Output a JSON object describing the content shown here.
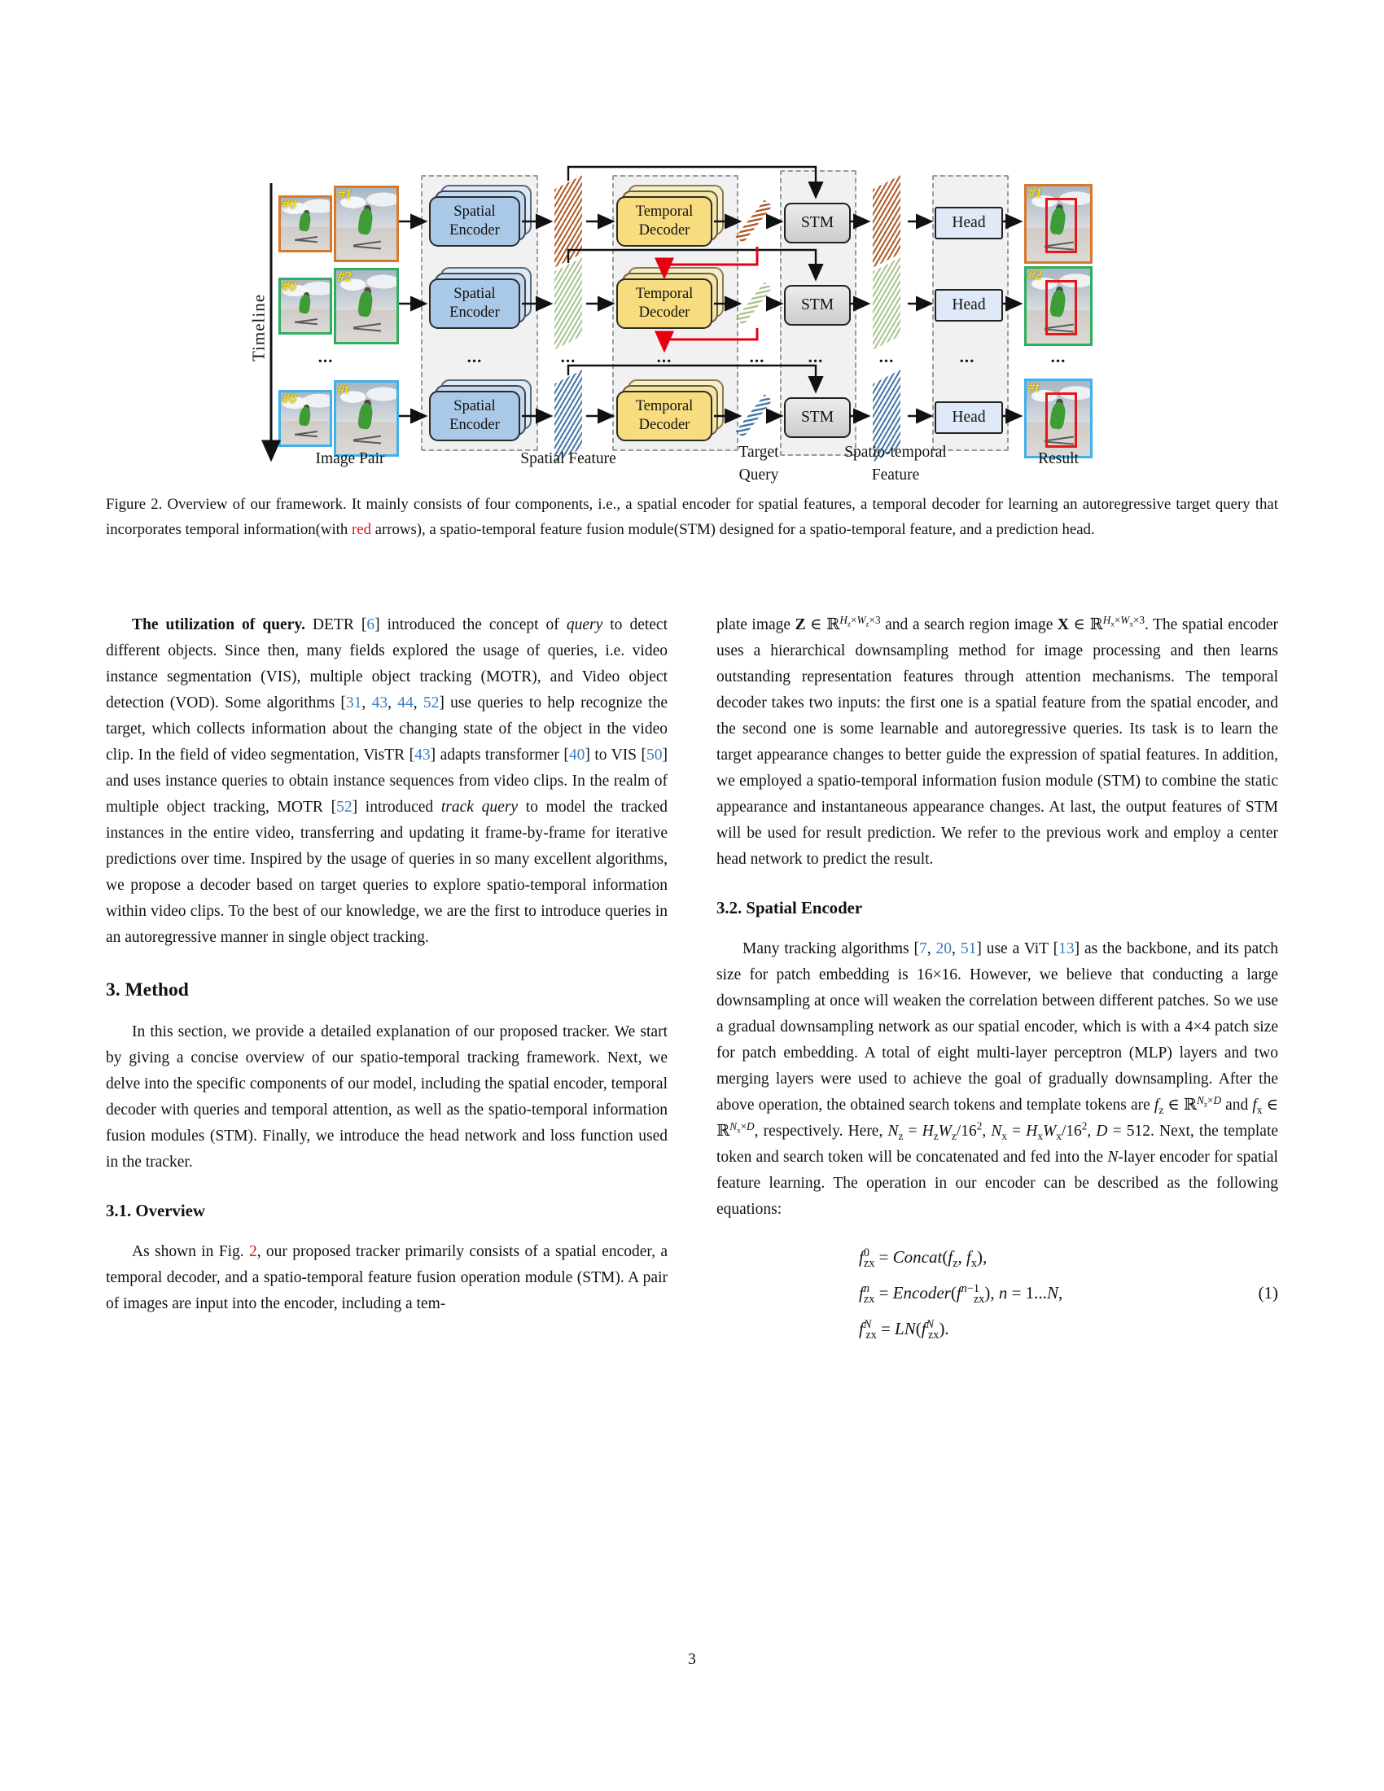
{
  "page_number": "3",
  "figure": {
    "timeline": "Timeline",
    "dots": "...",
    "labels": {
      "image_pair": "Image Pair",
      "spatial_feature": "Spatial Feature",
      "target_query": [
        "Target",
        "Query"
      ],
      "st_feature": [
        "Spatio-temporal",
        "Feature"
      ],
      "result": "Result"
    },
    "blocks": {
      "encoder": [
        "Spatial",
        "Encoder"
      ],
      "decoder": [
        "Temporal",
        "Decoder"
      ],
      "stm": "STM",
      "head": "Head"
    },
    "rows": [
      {
        "small_tag": "#0",
        "large_tag": "#1",
        "result_tag": "#1",
        "color": "#d9772a"
      },
      {
        "small_tag": "#0",
        "large_tag": "#2",
        "result_tag": "#2",
        "color": "#2fae5f"
      },
      {
        "small_tag": "#0",
        "large_tag": "#t",
        "result_tag": "#t",
        "color": "#41b1e8"
      }
    ],
    "colors": {
      "feature_row1": "#b05a28",
      "feature_row2": "#a9c48e",
      "feature_row3": "#4576a8",
      "red_arrow": "#e60012",
      "result_bbox": "#e81717",
      "encoder_fill": "#aac9e8",
      "decoder_fill": "#f8dc80"
    }
  },
  "caption": {
    "segments": [
      {
        "t": "Figure 2.  Overview of our framework.  It mainly consists of four components, i.e., a spatial encoder for spatial features, a temporal decoder for learning an autoregressive target query that incorporates temporal information(with "
      },
      {
        "t": "red",
        "s": "r"
      },
      {
        "t": " arrows), a spatio-temporal feature fusion module(STM) designed for a spatio-temporal feature, and a prediction head."
      }
    ]
  },
  "left_column": {
    "para1": {
      "segments": [
        {
          "t": "The utilization of query.",
          "s": "b"
        },
        {
          "t": " DETR ["
        },
        {
          "t": "6",
          "s": "c"
        },
        {
          "t": "] introduced the concept of "
        },
        {
          "t": "query",
          "s": "i"
        },
        {
          "t": " to detect different objects.  Since then, many fields explored the usage of queries, i.e.  video instance segmentation (VIS), multiple object tracking (MOTR), and Video object detection (VOD). Some algorithms ["
        },
        {
          "t": "31",
          "s": "c"
        },
        {
          "t": ", "
        },
        {
          "t": "43",
          "s": "c"
        },
        {
          "t": ", "
        },
        {
          "t": "44",
          "s": "c"
        },
        {
          "t": ", "
        },
        {
          "t": "52",
          "s": "c"
        },
        {
          "t": "] use queries to help recognize the target, which collects information about the changing state of the object in the video clip.  In the field of video segmentation, VisTR ["
        },
        {
          "t": "43",
          "s": "c"
        },
        {
          "t": "] adapts transformer ["
        },
        {
          "t": "40",
          "s": "c"
        },
        {
          "t": "] to VIS ["
        },
        {
          "t": "50",
          "s": "c"
        },
        {
          "t": "] and uses instance queries to obtain instance sequences from video clips.  In the realm of multiple object tracking, MOTR ["
        },
        {
          "t": "52",
          "s": "c"
        },
        {
          "t": "] introduced "
        },
        {
          "t": "track query",
          "s": "i"
        },
        {
          "t": " to model the tracked instances in the entire video, transferring and updating it frame-by-frame for iterative predictions over time.  Inspired by the usage of queries in so many excellent algorithms, we propose a decoder based on target queries to explore spatio-temporal information within video clips.  To the best of our knowledge, we are the first to introduce queries in an autoregressive manner in single object tracking."
        }
      ]
    },
    "h_method": "3. Method",
    "para2": {
      "segments": [
        {
          "t": "In this section, we provide a detailed explanation of our proposed tracker.  We start by giving a concise overview of our spatio-temporal tracking framework. Next, we delve into the specific components of our model, including the spatial encoder, temporal decoder with queries and temporal attention, as well as the spatio-temporal information fusion modules (STM). Finally, we introduce the head network and loss function used in the tracker."
        }
      ]
    },
    "h_overview": "3.1. Overview",
    "para3": {
      "segments": [
        {
          "t": "As shown in Fig. "
        },
        {
          "t": "2",
          "s": "r"
        },
        {
          "t": ", our proposed tracker primarily consists of a spatial encoder, a temporal decoder, and a spatio-temporal feature fusion operation module (STM). A pair of images are input into the encoder, including a tem-"
        }
      ]
    }
  },
  "right_column": {
    "para1": {
      "segments": [
        {
          "t": "plate image "
        },
        {
          "t": "Z",
          "s": "b"
        },
        {
          "t": " ∈ ℝ"
        },
        {
          "e": "sup",
          "c": [
            {
              "t": "H",
              "s": "m"
            },
            {
              "e": "sub",
              "t": "z"
            },
            {
              "t": "×"
            },
            {
              "t": "W",
              "s": "m"
            },
            {
              "e": "sub",
              "t": "z"
            },
            {
              "t": "×3"
            }
          ]
        },
        {
          "t": " and a search region image "
        },
        {
          "t": "X",
          "s": "b"
        },
        {
          "t": " ∈ ℝ"
        },
        {
          "e": "sup",
          "c": [
            {
              "t": "H",
              "s": "m"
            },
            {
              "e": "sub",
              "t": "x"
            },
            {
              "t": "×"
            },
            {
              "t": "W",
              "s": "m"
            },
            {
              "e": "sub",
              "t": "x"
            },
            {
              "t": "×3"
            }
          ]
        },
        {
          "t": ".  The spatial encoder uses a hierarchical downsampling method for image processing and then learns outstanding representation features through attention mechanisms.  The temporal decoder takes two inputs:  the first one is a spatial feature from the spatial encoder, and the second one is some learnable and autoregressive queries. Its task is to learn the target appearance changes to better guide the expression of spatial features. In addition, we employed a spatio-temporal information fusion module (STM) to combine the static appearance and instantaneous appearance changes.  At last, the output features of STM will be used for result prediction.  We refer to the previous work and employ a center head network to predict the result."
        }
      ]
    },
    "h_spatial": "3.2. Spatial Encoder",
    "para2": {
      "segments": [
        {
          "t": "Many tracking algorithms ["
        },
        {
          "t": "7",
          "s": "c"
        },
        {
          "t": ", "
        },
        {
          "t": "20",
          "s": "c"
        },
        {
          "t": ", "
        },
        {
          "t": "51",
          "s": "c"
        },
        {
          "t": "] use a ViT ["
        },
        {
          "t": "13",
          "s": "c"
        },
        {
          "t": "] as the backbone, and its patch size for patch embedding is 16×16. However, we believe that conducting a large downsampling at once will weaken the correlation between different patches.  So we use a gradual downsampling network as our spatial encoder, which is with a 4×4 patch size for patch embedding.  A total of eight multi-layer perceptron (MLP) layers and two merging layers were used to achieve the goal of gradually downsampling.  After the above operation, the obtained search tokens and template tokens are "
        },
        {
          "t": "f",
          "s": "m"
        },
        {
          "e": "sub",
          "t": "z"
        },
        {
          "t": " ∈ ℝ"
        },
        {
          "e": "sup",
          "c": [
            {
              "t": "N",
              "s": "m"
            },
            {
              "e": "sub",
              "t": "z"
            },
            {
              "t": "×"
            },
            {
              "t": "D",
              "s": "m"
            }
          ]
        },
        {
          "t": " and "
        },
        {
          "t": "f",
          "s": "m"
        },
        {
          "e": "sub",
          "t": "x"
        },
        {
          "t": " ∈ ℝ"
        },
        {
          "e": "sup",
          "c": [
            {
              "t": "N",
              "s": "m"
            },
            {
              "e": "sub",
              "t": "x"
            },
            {
              "t": "×"
            },
            {
              "t": "D",
              "s": "m"
            }
          ]
        },
        {
          "t": ", respectively. Here, "
        },
        {
          "t": "N",
          "s": "m"
        },
        {
          "e": "sub",
          "t": "z"
        },
        {
          "t": " = "
        },
        {
          "t": "H",
          "s": "m"
        },
        {
          "e": "sub",
          "t": "z"
        },
        {
          "t": "W",
          "s": "m"
        },
        {
          "e": "sub",
          "t": "z"
        },
        {
          "t": "/16"
        },
        {
          "e": "sup",
          "t": "2"
        },
        {
          "t": ", "
        },
        {
          "t": "N",
          "s": "m"
        },
        {
          "e": "sub",
          "t": "x"
        },
        {
          "t": " = "
        },
        {
          "t": "H",
          "s": "m"
        },
        {
          "e": "sub",
          "t": "x"
        },
        {
          "t": "W",
          "s": "m"
        },
        {
          "e": "sub",
          "t": "x"
        },
        {
          "t": "/16"
        },
        {
          "e": "sup",
          "t": "2"
        },
        {
          "t": ", "
        },
        {
          "t": "D",
          "s": "m"
        },
        {
          "t": " = 512. Next, the template token and search token will be concatenated and fed into the "
        },
        {
          "t": "N",
          "s": "m"
        },
        {
          "t": "-layer encoder for spatial feature learning.  The operation in our encoder can be described as the following equations:"
        }
      ]
    },
    "equation": {
      "lines": [
        [
          {
            "t": "f",
            "s": "m"
          },
          {
            "e": "sup",
            "t": "0"
          },
          {
            "e": "sub",
            "t": "zx",
            "s": "ps"
          },
          {
            "t": " = "
          },
          {
            "t": "Concat",
            "s": "m"
          },
          {
            "t": "("
          },
          {
            "t": "f",
            "s": "m"
          },
          {
            "e": "sub",
            "t": "z"
          },
          {
            "t": ", "
          },
          {
            "t": "f",
            "s": "m"
          },
          {
            "e": "sub",
            "t": "x"
          },
          {
            "t": "),"
          }
        ],
        [
          {
            "t": "f",
            "s": "m"
          },
          {
            "e": "sup",
            "t": "n",
            "s": "m"
          },
          {
            "e": "sub",
            "t": "zx",
            "s": "ps"
          },
          {
            "t": " = "
          },
          {
            "t": "Encoder",
            "s": "m"
          },
          {
            "t": "("
          },
          {
            "t": "f",
            "s": "m"
          },
          {
            "e": "sup",
            "c": [
              {
                "t": "n",
                "s": "m"
              },
              {
                "t": "−1"
              }
            ]
          },
          {
            "e": "sub",
            "t": "zx",
            "s": "ps"
          },
          {
            "t": "), "
          },
          {
            "t": "n",
            "s": "m"
          },
          {
            "t": " = 1..."
          },
          {
            "t": "N",
            "s": "m"
          },
          {
            "t": ","
          }
        ],
        [
          {
            "t": "f",
            "s": "m"
          },
          {
            "e": "sup",
            "t": "N",
            "s": "m"
          },
          {
            "e": "sub",
            "t": "zx",
            "s": "ps"
          },
          {
            "t": " = "
          },
          {
            "t": "LN",
            "s": "m"
          },
          {
            "t": "("
          },
          {
            "t": "f",
            "s": "m"
          },
          {
            "e": "sup",
            "t": "N",
            "s": "m"
          },
          {
            "e": "sub",
            "t": "zx",
            "s": "ps"
          },
          {
            "t": ")."
          }
        ]
      ],
      "number": "(1)"
    }
  }
}
